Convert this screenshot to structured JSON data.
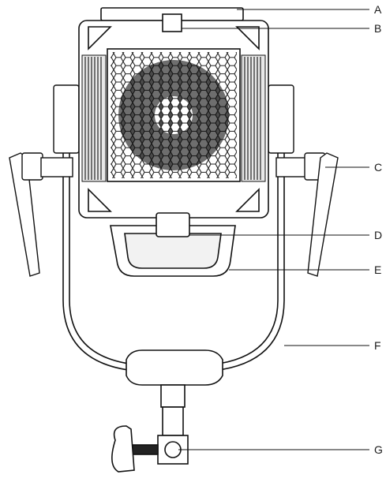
{
  "diagram": {
    "callouts": [
      {
        "id": "A",
        "label": "A"
      },
      {
        "id": "B",
        "label": "B"
      },
      {
        "id": "C",
        "label": "C"
      },
      {
        "id": "D",
        "label": "D"
      },
      {
        "id": "E",
        "label": "E"
      },
      {
        "id": "F",
        "label": "F"
      },
      {
        "id": "G",
        "label": "G"
      }
    ]
  }
}
